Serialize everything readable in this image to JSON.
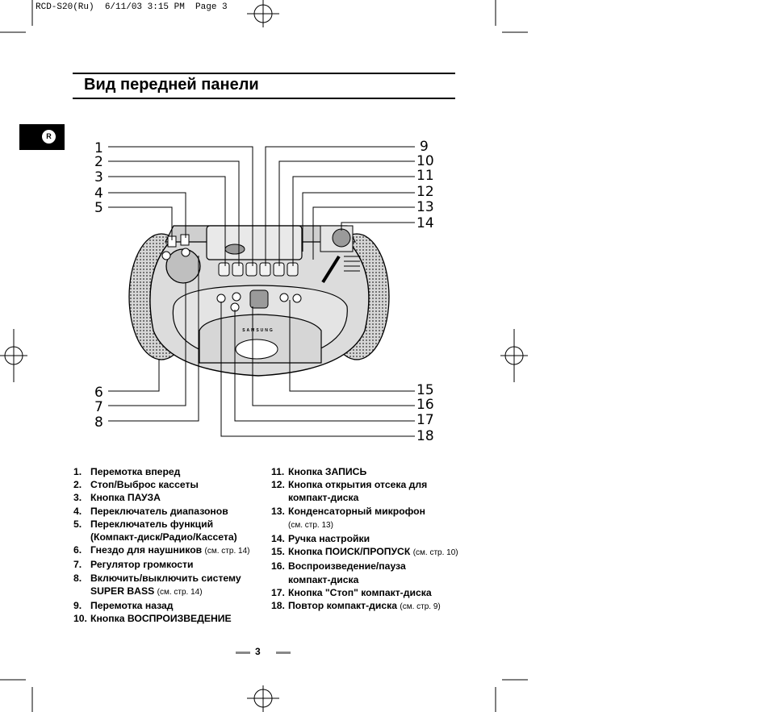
{
  "header": {
    "text": "RCD-S20(Ru)  6/11/03 3:15 PM  Page 3"
  },
  "title": "Вид передней панели",
  "side_tab": {
    "letter": "R"
  },
  "device": {
    "brand": "SAMSUNG"
  },
  "callouts": [
    "1",
    "2",
    "3",
    "4",
    "5",
    "6",
    "7",
    "8",
    "9",
    "10",
    "11",
    "12",
    "13",
    "14",
    "15",
    "16",
    "17",
    "18"
  ],
  "legend": [
    {
      "n": "1.",
      "text": "Перемотка вперед",
      "ref": ""
    },
    {
      "n": "2.",
      "text": "Стоп/Выброс кассеты",
      "ref": ""
    },
    {
      "n": "3.",
      "text": "Кнопка ПАУЗА",
      "ref": ""
    },
    {
      "n": "4.",
      "text": "Переключатель диапазонов",
      "ref": ""
    },
    {
      "n": "5.",
      "text": "Переключатель функций (Компакт-диск/Радио/Кассета)",
      "ref": ""
    },
    {
      "n": "6.",
      "text": "Гнездо для наушников",
      "ref": "(см. стр. 14)"
    },
    {
      "n": "7.",
      "text": "Регулятор громкости",
      "ref": ""
    },
    {
      "n": "8.",
      "text": "Включить/выключить систему SUPER BASS",
      "ref": "(см. стр. 14)"
    },
    {
      "n": "9.",
      "text": "Перемотка назад",
      "ref": ""
    },
    {
      "n": "10.",
      "text": "Кнопка ВОСПРОИЗВЕДЕНИЕ",
      "ref": ""
    },
    {
      "n": "11.",
      "text": "Кнопка ЗАПИСЬ",
      "ref": ""
    },
    {
      "n": "12.",
      "text": "Кнопка открытия отсека для компакт-диска",
      "ref": ""
    },
    {
      "n": "13.",
      "text": "Конденсаторный микрофон",
      "ref": "(см. стр. 13)"
    },
    {
      "n": "14.",
      "text": "Ручка настройки",
      "ref": ""
    },
    {
      "n": "15.",
      "text": "Кнопка ПОИСК/ПРОПУСК",
      "ref": "(см. стр. 10)"
    },
    {
      "n": "16.",
      "text": "Воспроизведение/пауза компакт-диска",
      "ref": ""
    },
    {
      "n": "17.",
      "text": "Кнопка \"Стоп\" компакт-диска",
      "ref": ""
    },
    {
      "n": "18.",
      "text": "Повтор компакт-диска",
      "ref": "(см. стр. 9)"
    }
  ],
  "page_number": "3"
}
